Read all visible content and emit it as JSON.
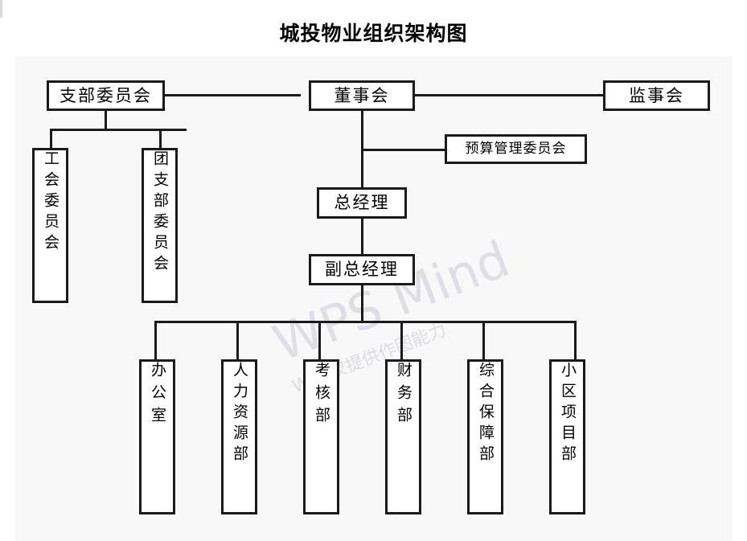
{
  "page": {
    "title": "城投物业组织架构图",
    "background": "#ffffff",
    "canvas_color": "#f8f8f9",
    "line_color": "#1a1a1a"
  },
  "watermark": {
    "primary": "WPS Mind",
    "secondary": "WPS仅提供作图能力",
    "color": "#c9c9d8"
  },
  "chart_data": {
    "type": "diagram",
    "subtype": "organizational-chart",
    "title": "城投物业组织架构图",
    "orientation": "top-down",
    "nodes": [
      {
        "id": "party_branch",
        "label": "支部委员会",
        "level": 0,
        "text_direction": "horizontal"
      },
      {
        "id": "board",
        "label": "董事会",
        "level": 0,
        "text_direction": "horizontal"
      },
      {
        "id": "supervisors",
        "label": "监事会",
        "level": 0,
        "text_direction": "horizontal"
      },
      {
        "id": "union",
        "label": "工会委员会",
        "level": 1,
        "text_direction": "vertical"
      },
      {
        "id": "youth_league",
        "label": "团支部委员会",
        "level": 1,
        "text_direction": "vertical"
      },
      {
        "id": "budget_cmte",
        "label": "预算管理委员会",
        "level": 1,
        "text_direction": "horizontal"
      },
      {
        "id": "gm",
        "label": "总经理",
        "level": 2,
        "text_direction": "horizontal"
      },
      {
        "id": "deputy_gm",
        "label": "副总经理",
        "level": 3,
        "text_direction": "horizontal"
      },
      {
        "id": "office",
        "label": "办公室",
        "level": 4,
        "text_direction": "vertical"
      },
      {
        "id": "hr",
        "label": "人力资源部",
        "level": 4,
        "text_direction": "vertical"
      },
      {
        "id": "assessment",
        "label": "考核部",
        "level": 4,
        "text_direction": "vertical"
      },
      {
        "id": "finance",
        "label": "财务部",
        "level": 4,
        "text_direction": "vertical"
      },
      {
        "id": "support",
        "label": "综合保障部",
        "level": 4,
        "text_direction": "vertical"
      },
      {
        "id": "community",
        "label": "小区项目部",
        "level": 4,
        "text_direction": "vertical"
      }
    ],
    "edges": [
      {
        "from": "party_branch",
        "to": "board",
        "style": "horizontal"
      },
      {
        "from": "board",
        "to": "supervisors",
        "style": "horizontal"
      },
      {
        "from": "party_branch",
        "to": "union",
        "style": "orthogonal"
      },
      {
        "from": "party_branch",
        "to": "youth_league",
        "style": "orthogonal"
      },
      {
        "from": "board",
        "to": "budget_cmte",
        "style": "orthogonal"
      },
      {
        "from": "board",
        "to": "gm",
        "style": "vertical"
      },
      {
        "from": "gm",
        "to": "deputy_gm",
        "style": "vertical"
      },
      {
        "from": "deputy_gm",
        "to": "office",
        "style": "orthogonal"
      },
      {
        "from": "deputy_gm",
        "to": "hr",
        "style": "orthogonal"
      },
      {
        "from": "deputy_gm",
        "to": "assessment",
        "style": "orthogonal"
      },
      {
        "from": "deputy_gm",
        "to": "finance",
        "style": "orthogonal"
      },
      {
        "from": "deputy_gm",
        "to": "support",
        "style": "orthogonal"
      },
      {
        "from": "deputy_gm",
        "to": "community",
        "style": "orthogonal"
      }
    ]
  }
}
